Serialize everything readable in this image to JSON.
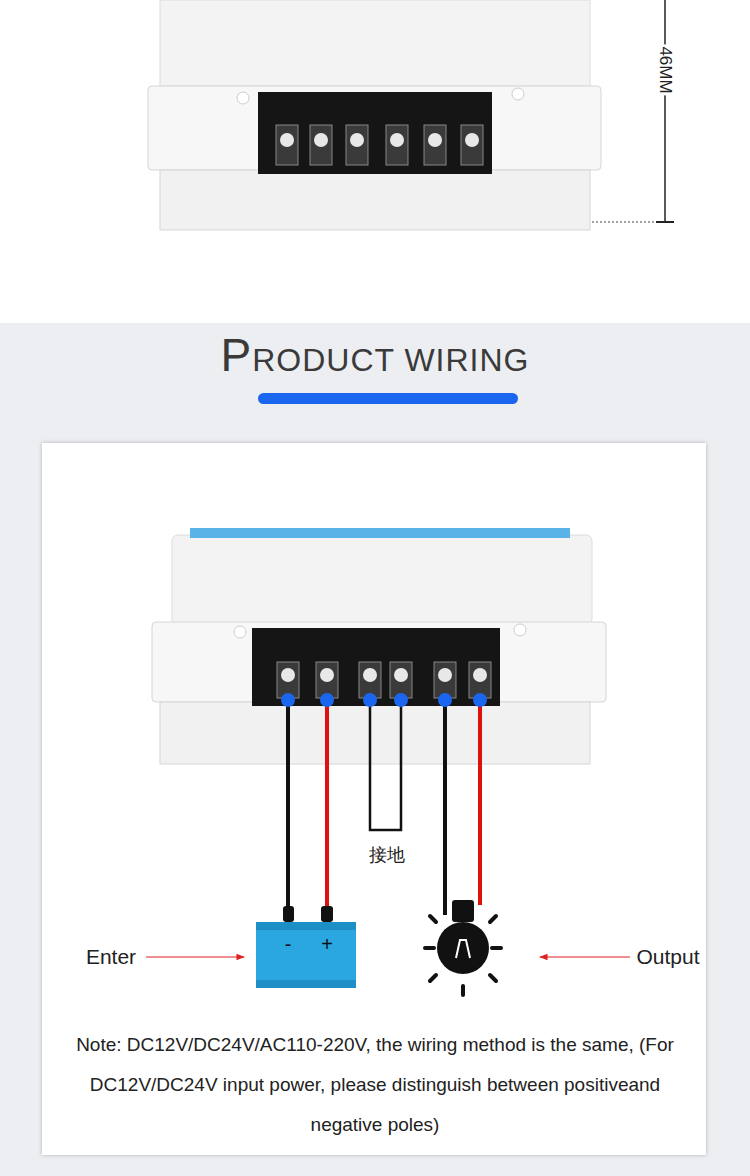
{
  "diagram": {
    "title": "PRODUCT WIRING",
    "nodes": [
      {
        "text": [
          "-",
          "+"
        ]
      }
    ],
    "labels": [
      "46MM",
      "接地",
      "Enter",
      "Output",
      "Note: DC12V/DC24V/AC110-220V, the wiring method is the same, (For DC12V/DC24V input power, please distinguish between positiveand negative poles)"
    ]
  }
}
